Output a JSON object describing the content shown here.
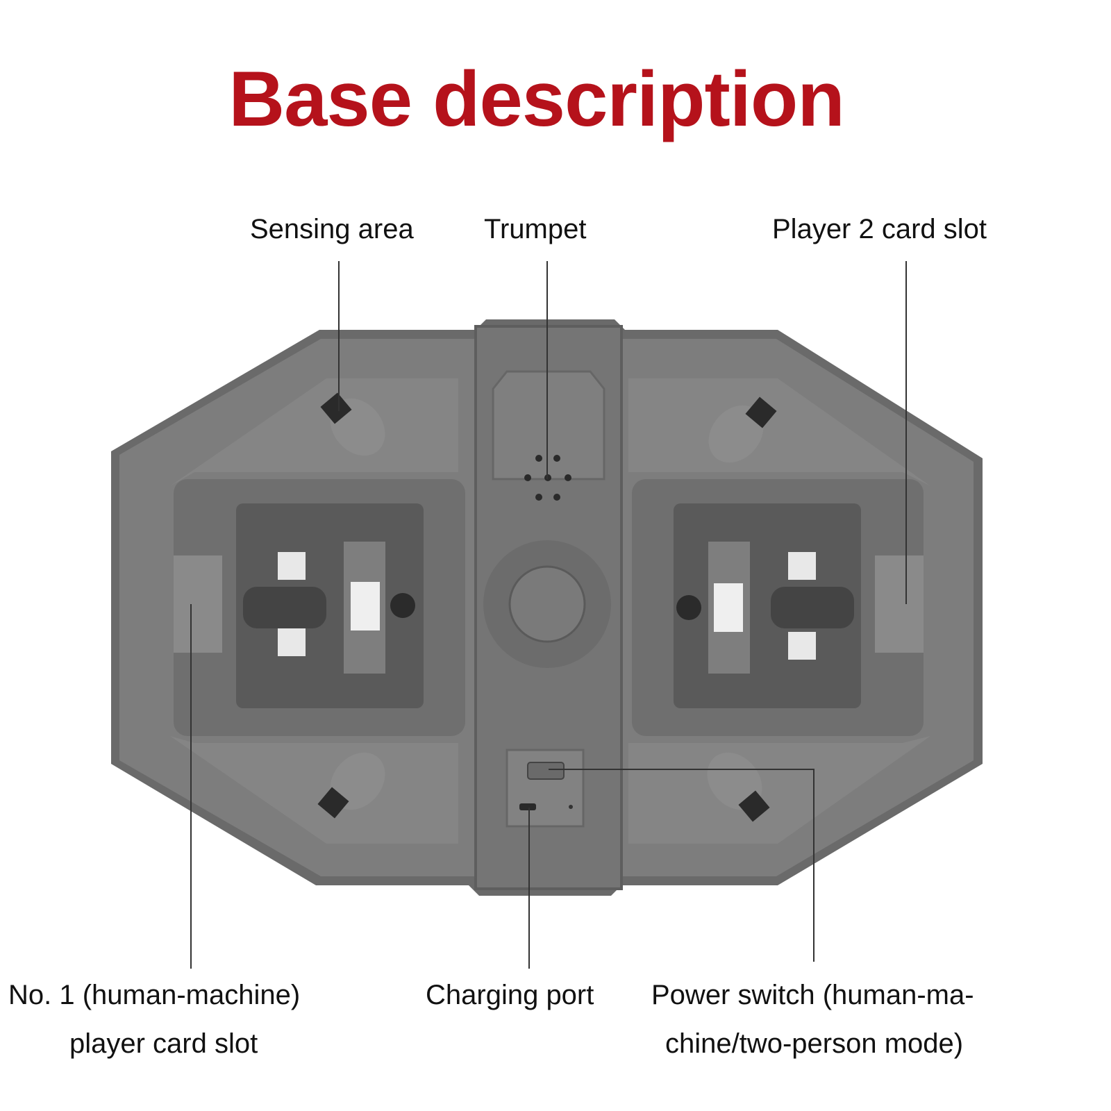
{
  "title": "Base description",
  "labels": {
    "sensing_area": "Sensing area",
    "trumpet": "Trumpet",
    "player2_slot": "Player 2 card slot",
    "player1_slot_line1": "No. 1 (human-machine)",
    "player1_slot_line2": "player card slot",
    "charging_port": "Charging port",
    "power_switch_line1": "Power switch (human-ma-",
    "power_switch_line2": "chine/two-person mode)"
  },
  "colors": {
    "title": "#b5121b",
    "device": "#7b7b7b",
    "device_dark": "#5c5c5c",
    "device_light": "#8e8e8e"
  }
}
